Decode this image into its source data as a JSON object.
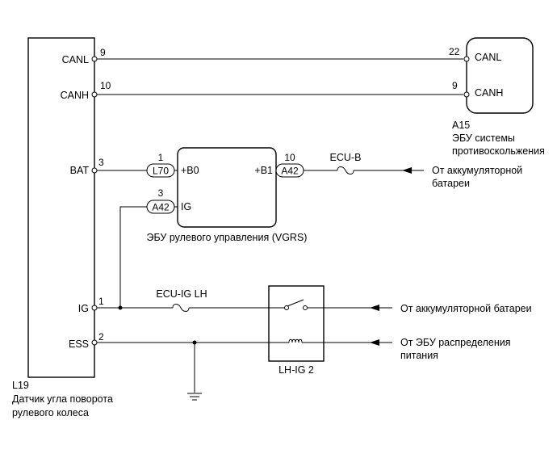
{
  "sensor": {
    "code": "L19",
    "name_line1": "Датчик угла поворота",
    "name_line2": "рулевого колеса",
    "pins": [
      {
        "name": "CANL",
        "num": "9"
      },
      {
        "name": "CANH",
        "num": "10"
      },
      {
        "name": "BAT",
        "num": "3"
      },
      {
        "name": "IG",
        "num": "1"
      },
      {
        "name": "ESS",
        "num": "2"
      }
    ]
  },
  "skid_ecu": {
    "code": "A15",
    "name_line1": "ЭБУ системы",
    "name_line2": "противоскольжения",
    "pins": [
      {
        "name": "CANL",
        "num": "22"
      },
      {
        "name": "CANH",
        "num": "9"
      }
    ]
  },
  "vgrs_ecu": {
    "name": "ЭБУ рулевого управления (VGRS)",
    "pin_b0": "+B0",
    "pin_b1": "+B1",
    "pin_ig": "IG",
    "conn_l70": "L70",
    "conn_l70_num": "1",
    "conn_a42_b1": "A42",
    "conn_a42_b1_num": "10",
    "conn_a42_ig": "A42",
    "conn_a42_ig_num": "3"
  },
  "fuses": {
    "ecu_b": "ECU-B",
    "ecu_ig_lh": "ECU-IG LH"
  },
  "relay": {
    "name": "LH-IG 2"
  },
  "sources": {
    "battery_line1": "От аккумуляторной",
    "battery_line2": "батареи",
    "battery_ig": "От аккумуляторной батареи",
    "ess_line1": "От ЭБУ распределения",
    "ess_line2": "питания"
  }
}
